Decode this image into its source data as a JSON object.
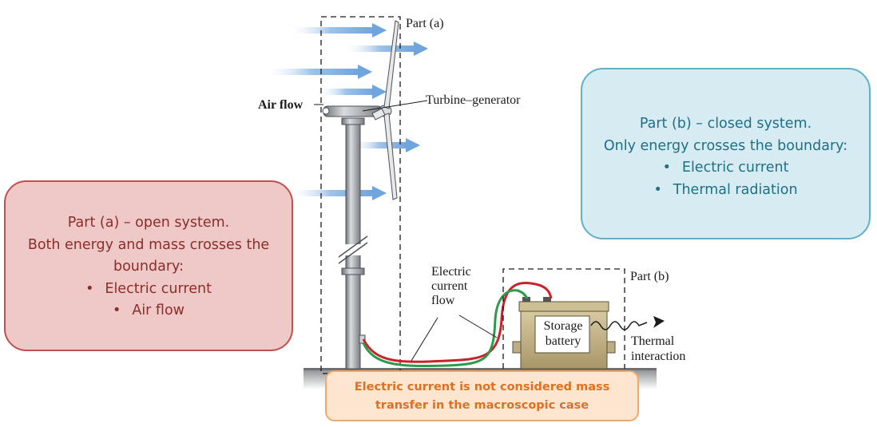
{
  "labels": {
    "part_a": "Part (a)",
    "part_b": "Part (b)",
    "air_flow": "Air flow",
    "turbine": "Turbine–generator",
    "electric_current_flow": [
      "Electric",
      "current",
      "flow"
    ],
    "storage_battery": [
      "Storage",
      "battery"
    ],
    "thermal_interaction": [
      "Thermal",
      "interaction"
    ]
  },
  "callouts": {
    "open_system": {
      "lines": [
        "Part (a) – open system.",
        "Both energy and mass crosses the",
        "boundary:"
      ],
      "bullets": [
        "Electric current",
        "Air flow"
      ]
    },
    "closed_system": {
      "lines": [
        "Part (b) – closed system.",
        "Only energy crosses the boundary:"
      ],
      "bullets": [
        "Electric current",
        "Thermal radiation"
      ]
    },
    "note": {
      "lines": [
        "Electric current is not considered mass",
        "transfer in the macroscopic case"
      ]
    }
  },
  "colors": {
    "open_fill": "#efc9c8",
    "closed_fill": "#d6ecf2",
    "note_fill": "#fde6d0",
    "arrow_blue": "#8fbbe6",
    "wire_red": "#c8232c",
    "wire_green": "#2e9a4a"
  }
}
